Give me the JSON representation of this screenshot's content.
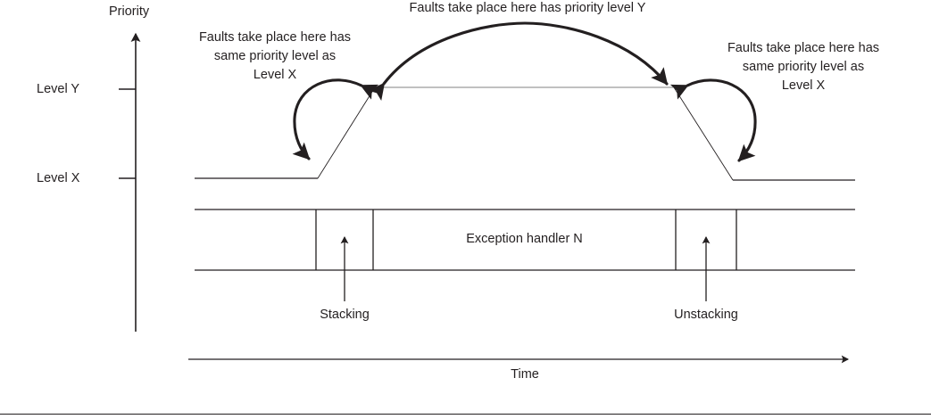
{
  "diagram": {
    "title_hidden": "Exception priority escalation timing diagram",
    "axes": {
      "y_axis_label": "Priority",
      "x_axis_label": "Time",
      "y_ticks": [
        {
          "label": "Level Y",
          "y": 100
        },
        {
          "label": "Level X",
          "y": 200
        }
      ]
    },
    "annotations": {
      "left_note": {
        "lines": [
          "Faults take place here has",
          "same priority level as",
          "Level X"
        ]
      },
      "top_note": {
        "lines": [
          "Faults take place here has priority level Y"
        ]
      },
      "right_note": {
        "lines": [
          "Faults take place here has",
          "same priority level as",
          "Level X"
        ]
      }
    },
    "timeline": {
      "segments": [
        {
          "label": "",
          "name": "thread-segment-before"
        },
        {
          "label": "",
          "name": "stacking-segment"
        },
        {
          "label": "Exception handler N",
          "name": "exception-handler-segment"
        },
        {
          "label": "",
          "name": "unstacking-segment"
        },
        {
          "label": "",
          "name": "thread-segment-after"
        }
      ]
    },
    "callouts": [
      {
        "label": "Stacking",
        "name": "stacking-callout"
      },
      {
        "label": "Unstacking",
        "name": "unstacking-callout"
      }
    ],
    "colors": {
      "ink": "#231f20",
      "trace": "#231f20",
      "level_y_rule": "#808080",
      "background": "#ffffff"
    }
  }
}
